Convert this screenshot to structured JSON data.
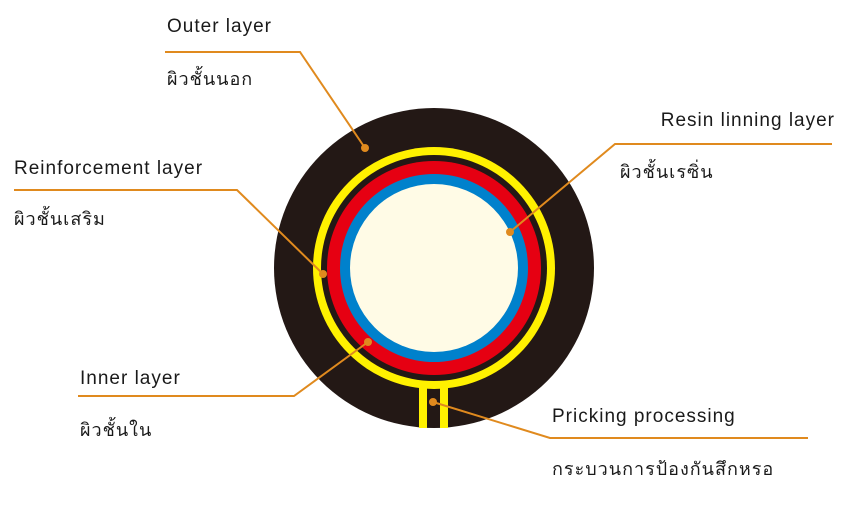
{
  "colors": {
    "outer": "#231815",
    "yellow": "#fff100",
    "red": "#e60012",
    "blue": "#0081cc",
    "core": "#fffbe6",
    "leader": "#e08a1e",
    "text": "#1a1a1a"
  },
  "labels": {
    "outer": {
      "en": "Outer layer",
      "th": "ผิวชั้นนอก"
    },
    "resin": {
      "en": "Resin linning layer",
      "th": "ผิวชั้นเรซิ่น"
    },
    "reinforcement": {
      "en": "Reinforcement layer",
      "th": "ผิวชั้นเสริม"
    },
    "inner": {
      "en": "Inner layer",
      "th": "ผิวชั้นใน"
    },
    "pricking": {
      "en": "Pricking processing",
      "th": "กระบวนการป้องกันสึกหรอ"
    }
  }
}
